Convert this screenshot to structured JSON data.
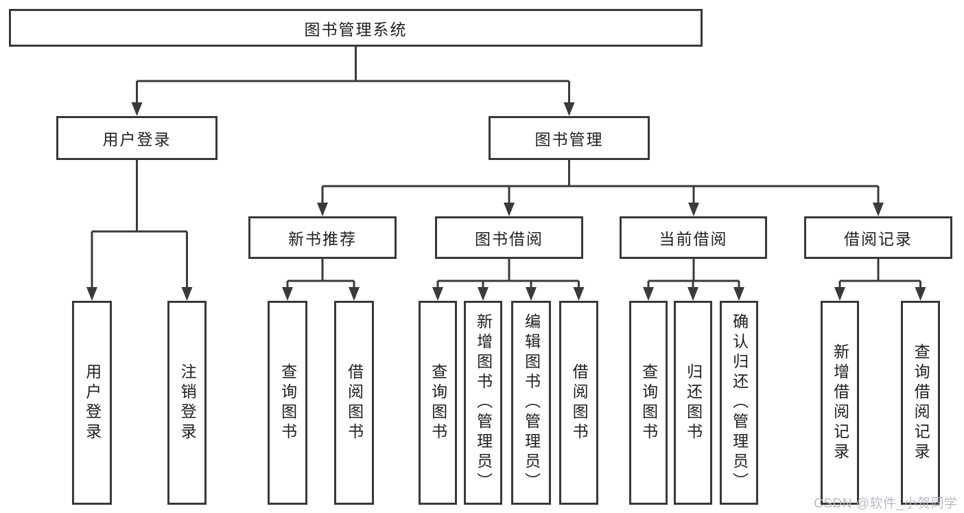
{
  "tree": {
    "root": "图书管理系统",
    "branches": [
      {
        "label": "用户登录",
        "children": [
          "用户登录",
          "注销登录"
        ]
      },
      {
        "label": "图书管理",
        "groups": [
          {
            "label": "新书推荐",
            "children": [
              "查询图书",
              "借阅图书"
            ]
          },
          {
            "label": "图书借阅",
            "children": [
              "查询图书",
              "新增图书（管理员）",
              "编辑图书（管理员）",
              "借阅图书"
            ]
          },
          {
            "label": "当前借阅",
            "children": [
              "查询图书",
              "归还图书",
              "确认归还（管理员）"
            ]
          },
          {
            "label": "借阅记录",
            "children": [
              "新增借阅记录",
              "查询借阅记录"
            ]
          }
        ]
      }
    ]
  },
  "watermark": "CSDN @软件_小贺同学",
  "colors": {
    "line": "#3a3a3a",
    "box_border": "#383838",
    "text": "#1f1f1f",
    "background": "#ffffff",
    "watermark": "#b2b7c0"
  }
}
